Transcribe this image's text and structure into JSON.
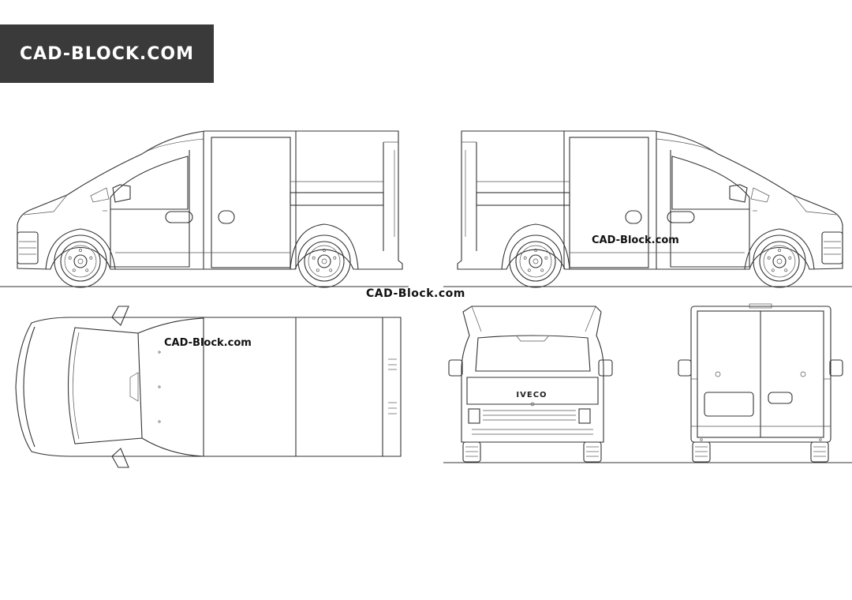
{
  "banner": {
    "text": "CAD-BLOCK.COM"
  },
  "watermarks": {
    "center": "CAD-Block.com",
    "side": "CAD-Block.com",
    "top": "CAD-Block.com"
  },
  "vehicle": {
    "brand_badge": "IVECO"
  },
  "colors": {
    "banner_bg": "#3a3a3a",
    "line": "#333333",
    "background": "#ffffff"
  }
}
